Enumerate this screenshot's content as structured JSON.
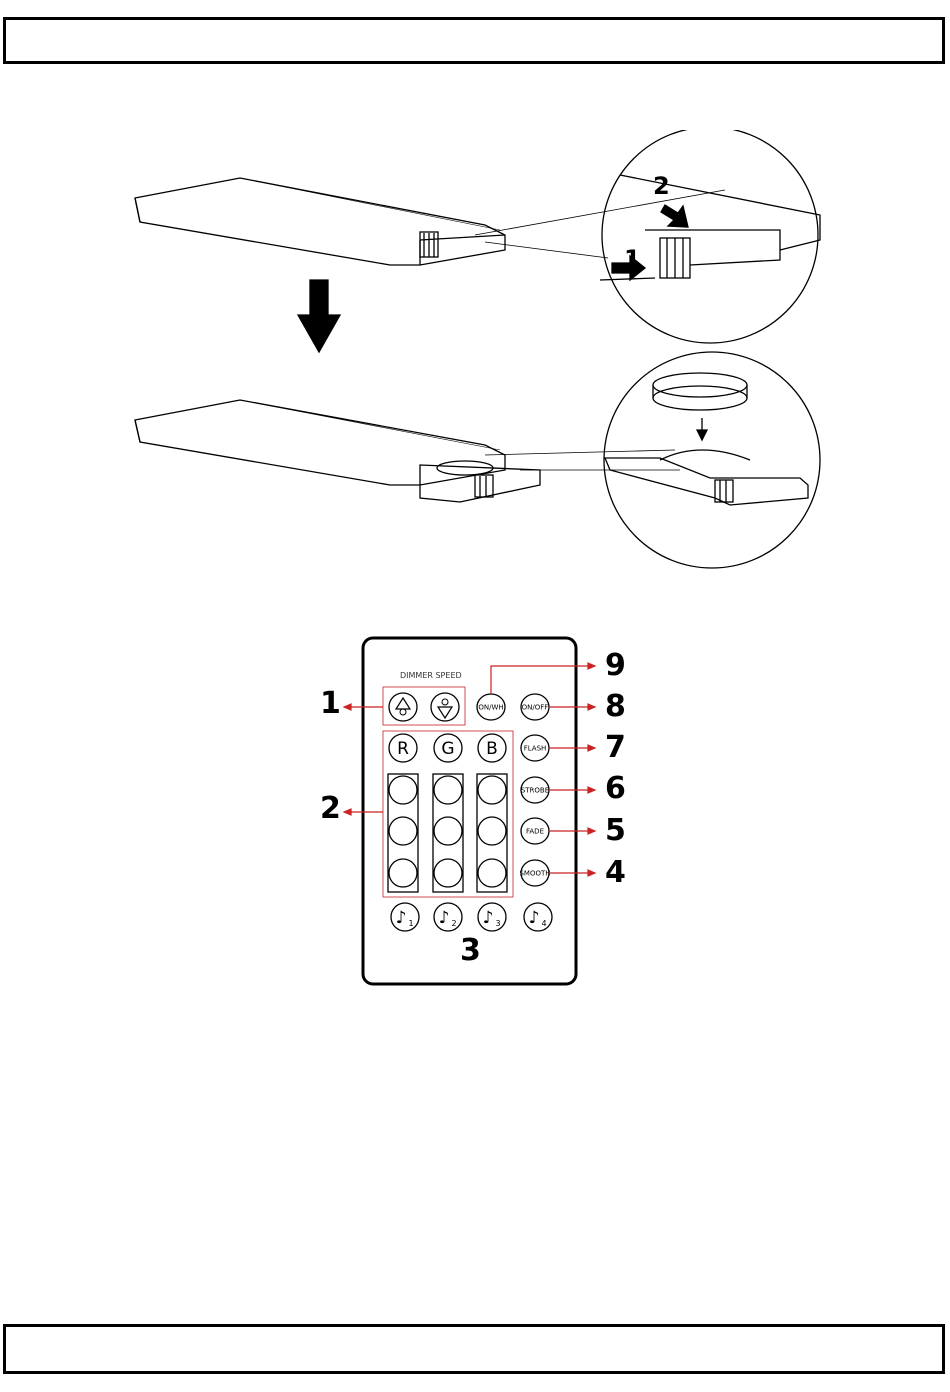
{
  "battery_diagram": {
    "step_1": "1",
    "step_2": "2"
  },
  "remote": {
    "header_label": "DIMMER SPEED",
    "buttons": {
      "on_wh": "ON/WH",
      "on_off": "ON/OFF",
      "flash": "FLASH",
      "strobe": "STROBE",
      "fade": "FADE",
      "smooth": "SMOOTH",
      "r": "R",
      "g": "G",
      "b": "B",
      "music_note": "♪",
      "music_1": "1",
      "music_2": "2",
      "music_3": "3",
      "music_4": "4"
    },
    "callouts": {
      "c1": "1",
      "c2": "2",
      "c3": "3",
      "c4": "4",
      "c5": "5",
      "c6": "6",
      "c7": "7",
      "c8": "8",
      "c9": "9"
    },
    "colors": {
      "callout_line": "#cc2222",
      "outline": "#000000"
    }
  }
}
